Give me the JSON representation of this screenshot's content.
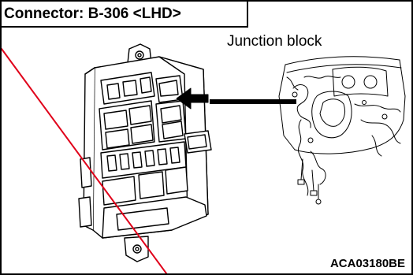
{
  "header": {
    "title": "Connector: B-306 <LHD>"
  },
  "labels": {
    "component_callout": "Junction block",
    "figure_id": "ACA03180BE"
  },
  "colors": {
    "ink": "#000000",
    "strike_line": "#e0001a"
  },
  "icons": {
    "pointer_arrow": "arrow-left-icon"
  }
}
